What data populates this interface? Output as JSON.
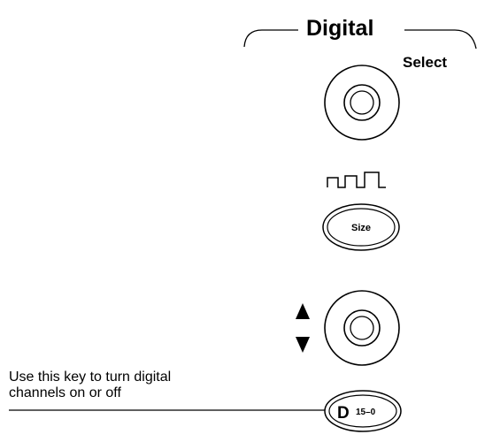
{
  "panel": {
    "section_title": "Digital",
    "select_label": "Select",
    "size_button_label": "Size",
    "digital_button": {
      "letter": "D",
      "channel_range": "15–0"
    },
    "callout": {
      "line1": "Use this key to turn digital",
      "line2": "channels on or off"
    }
  },
  "icons": {
    "select_knob": "rotary-knob-icon",
    "waveform": "pulse-width-waveform-icon",
    "position_knob": "rotary-knob-icon",
    "up_arrow": "triangle-up-icon",
    "down_arrow": "triangle-down-icon"
  },
  "colors": {
    "ink": "#000000",
    "background": "#ffffff"
  }
}
